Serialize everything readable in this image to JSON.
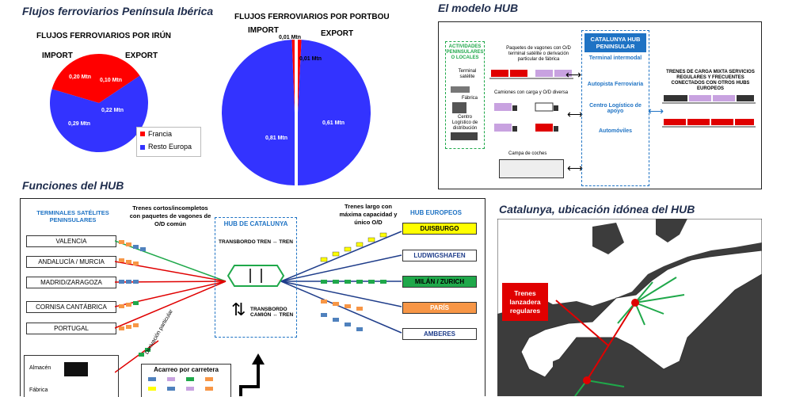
{
  "titles": {
    "flujos": "Flujos ferroviarios Península Ibérica",
    "modelo": "El modelo HUB",
    "funciones": "Funciones del HUB",
    "ubicacion": "Catalunya, ubicación idónea del HUB"
  },
  "chart_data": [
    {
      "type": "pie",
      "title": "FLUJOS FERROVIARIOS POR IRÚN",
      "groups": [
        "IMPORT",
        "EXPORT"
      ],
      "series": [
        {
          "name": "Francia",
          "values": [
            0.2,
            0.1
          ]
        },
        {
          "name": "Resto Europa",
          "values": [
            0.29,
            0.22
          ]
        }
      ],
      "labels": [
        "0,20 Mtn",
        "0,10 Mtn",
        "0,22 Mtn",
        "0,29 Mtn"
      ],
      "colors": {
        "Francia": "#ff0000",
        "Resto Europa": "#3333ff"
      },
      "legend": "bottom-right"
    },
    {
      "type": "pie",
      "title": "FLUJOS FERROVIARIOS POR PORTBOU",
      "groups": [
        "IMPORT",
        "EXPORT"
      ],
      "series": [
        {
          "name": "Francia",
          "values": [
            0.01,
            0.01
          ]
        },
        {
          "name": "Resto Europa",
          "values": [
            0.81,
            0.61
          ]
        }
      ],
      "labels": [
        "0,01 Mtn",
        "0,01 Mtn",
        "0,81 Mtn",
        "0,61 Mtn"
      ],
      "colors": {
        "Francia": "#ff0000",
        "Resto Europa": "#3333ff"
      }
    }
  ],
  "legend": {
    "francia": "Francia",
    "resto": "Resto Europa"
  },
  "modelo": {
    "actividades": "ACTIVIDADES PENINSULARES O LOCALES",
    "terminal_satelite": "Terminal satélite",
    "fabrica": "Fábrica",
    "centro_logistico": "Centro Logístico de distribución",
    "paquetes": "Paquetes de vagones con O/D terminal satélite o derivación particular de fábrica",
    "camiones": "Camiones con carga y O/D diversa",
    "campa": "Campa de coches",
    "hub_title": "CATALUNYA HUB PENINSULAR",
    "terminal_intermodal": "Terminal intermodal",
    "autopista": "Autopista Ferroviaria",
    "centro_apoyo": "Centro Logístico de apoyo",
    "automoviles": "Automóviles",
    "trenes_mixta": "TRENES DE CARGA MIXTA SERVICIOS REGULARES Y FRECUENTES CONECTADOS CON OTROS HUBS EUROPEOS"
  },
  "funciones": {
    "terminales_title": "TERMINALES SATÉLITES PENINSULARES",
    "trenes_cortos": "Trenes cortos/incompletos con paquetes de vagones de O/D común",
    "hub_title": "HUB DE CATALUNYA",
    "transbordo_tren": "TRANSBORDO TREN ↔ TREN",
    "transbordo_camion": "TRANSBORDO CAMIÓN ↔ TREN",
    "trenes_largo": "Trenes largo con máxima capacidad y único O/D",
    "hub_europeos": "HUB EUROPEOS",
    "satelites": [
      "VALENCIA",
      "ANDALUCÍA / MURCIA",
      "MADRID/ZARAGOZA",
      "CORNISA CANTÁBRICA",
      "PORTUGAL"
    ],
    "europeos": [
      "DUISBURGO",
      "LUDWIGSHAFEN",
      "MILÁN / ZURICH",
      "PARÍS",
      "AMBERES"
    ],
    "europeos_colors": [
      "#ffff00",
      "#ffffff",
      "#1fa84a",
      "#f79646",
      "#ffffff"
    ],
    "derivacion": "Derivación particular",
    "acarreo": "Acarreo por carretera",
    "almacen": "Almacén",
    "fabrica": "Fábrica"
  },
  "mapa": {
    "lanzadera": "Trenes lanzadera regulares"
  }
}
